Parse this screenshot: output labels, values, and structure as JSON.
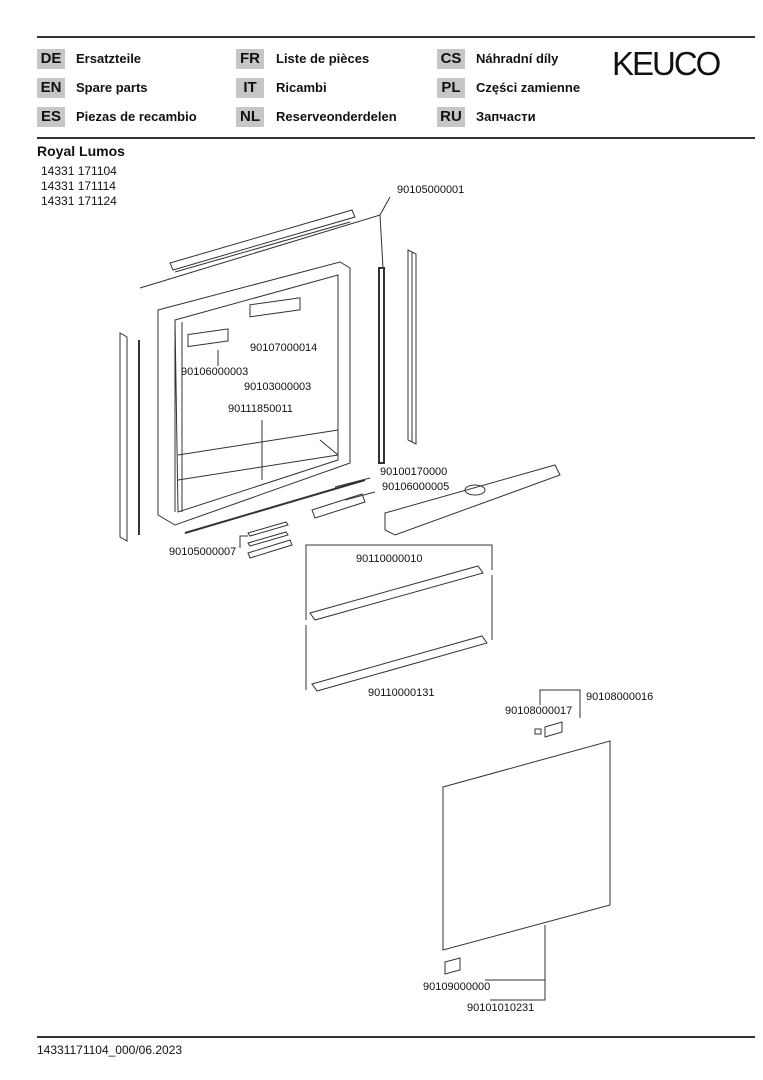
{
  "languages": [
    {
      "code": "DE",
      "label": "Ersatzteile"
    },
    {
      "code": "EN",
      "label": "Spare parts"
    },
    {
      "code": "ES",
      "label": "Piezas de recambio"
    },
    {
      "code": "FR",
      "label": "Liste de pièces"
    },
    {
      "code": "IT",
      "label": "Ricambi"
    },
    {
      "code": "NL",
      "label": "Reserveonderdelen"
    },
    {
      "code": "CS",
      "label": "Náhradní díly"
    },
    {
      "code": "PL",
      "label": "Części zamienne"
    },
    {
      "code": "RU",
      "label": "Запчасти"
    }
  ],
  "brand": "KEUCO",
  "product": {
    "name": "Royal Lumos",
    "article_numbers": [
      "14331 171104",
      "14331 171114",
      "14331 171124"
    ]
  },
  "part_numbers": {
    "p1": "90105000001",
    "p2": "90107000014",
    "p3": "90106000003",
    "p4": "90103000003",
    "p5": "90111850011",
    "p6": "90100170000",
    "p7": "90106000005",
    "p8": "90105000007",
    "p9": "90110000010",
    "p10": "90110000131",
    "p11": "90108000016",
    "p12": "90108000017",
    "p13": "90109000000",
    "p14": "90101010231"
  },
  "footer": "14331171104_000/06.2023"
}
